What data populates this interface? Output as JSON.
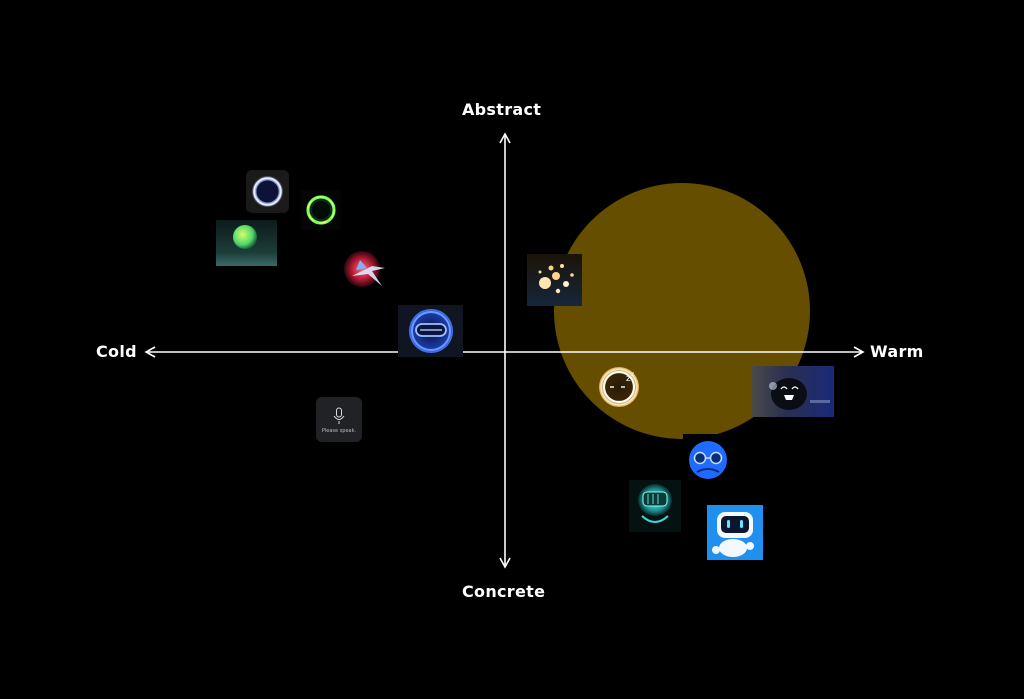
{
  "axes": {
    "top": "Abstract",
    "bottom": "Concrete",
    "left": "Cold",
    "right": "Warm"
  },
  "highlight": {
    "color": "#6b5200",
    "opacity": 0.95
  },
  "items": [
    {
      "name": "thumb-orb-ring-blue-icon"
    },
    {
      "name": "thumb-orb-ring-green-icon"
    },
    {
      "name": "thumb-green-sphere-icon"
    },
    {
      "name": "thumb-red-star-orb-icon"
    },
    {
      "name": "thumb-blue-visor-orb-icon"
    },
    {
      "name": "thumb-voice-prompt-icon",
      "text": "Please speak."
    },
    {
      "name": "thumb-glowing-particles-icon"
    },
    {
      "name": "thumb-sleepy-face-orb-icon"
    },
    {
      "name": "thumb-dark-creature-icon"
    },
    {
      "name": "thumb-blue-glasses-face-icon"
    },
    {
      "name": "thumb-holo-robot-head-icon"
    },
    {
      "name": "thumb-white-robot-icon"
    }
  ]
}
